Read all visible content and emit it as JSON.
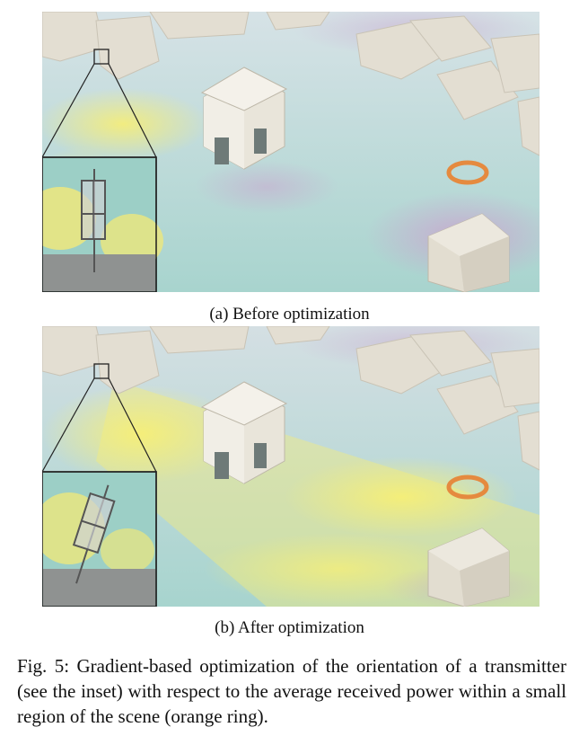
{
  "figure": {
    "panels": [
      {
        "id": "a",
        "subcaption": "(a) Before optimization"
      },
      {
        "id": "b",
        "subcaption": "(b) After optimization"
      }
    ],
    "caption_label": "Fig. 5:",
    "caption_text": "Gradient-based optimization of the orientation of a transmitter (see the inset) with respect to the average received power within a small region of the scene (orange ring).",
    "colors": {
      "ground": "#9ed3cc",
      "high_power": "#f2ea7a",
      "building": "#e6e1d4",
      "ring": "#e58a3f"
    }
  }
}
